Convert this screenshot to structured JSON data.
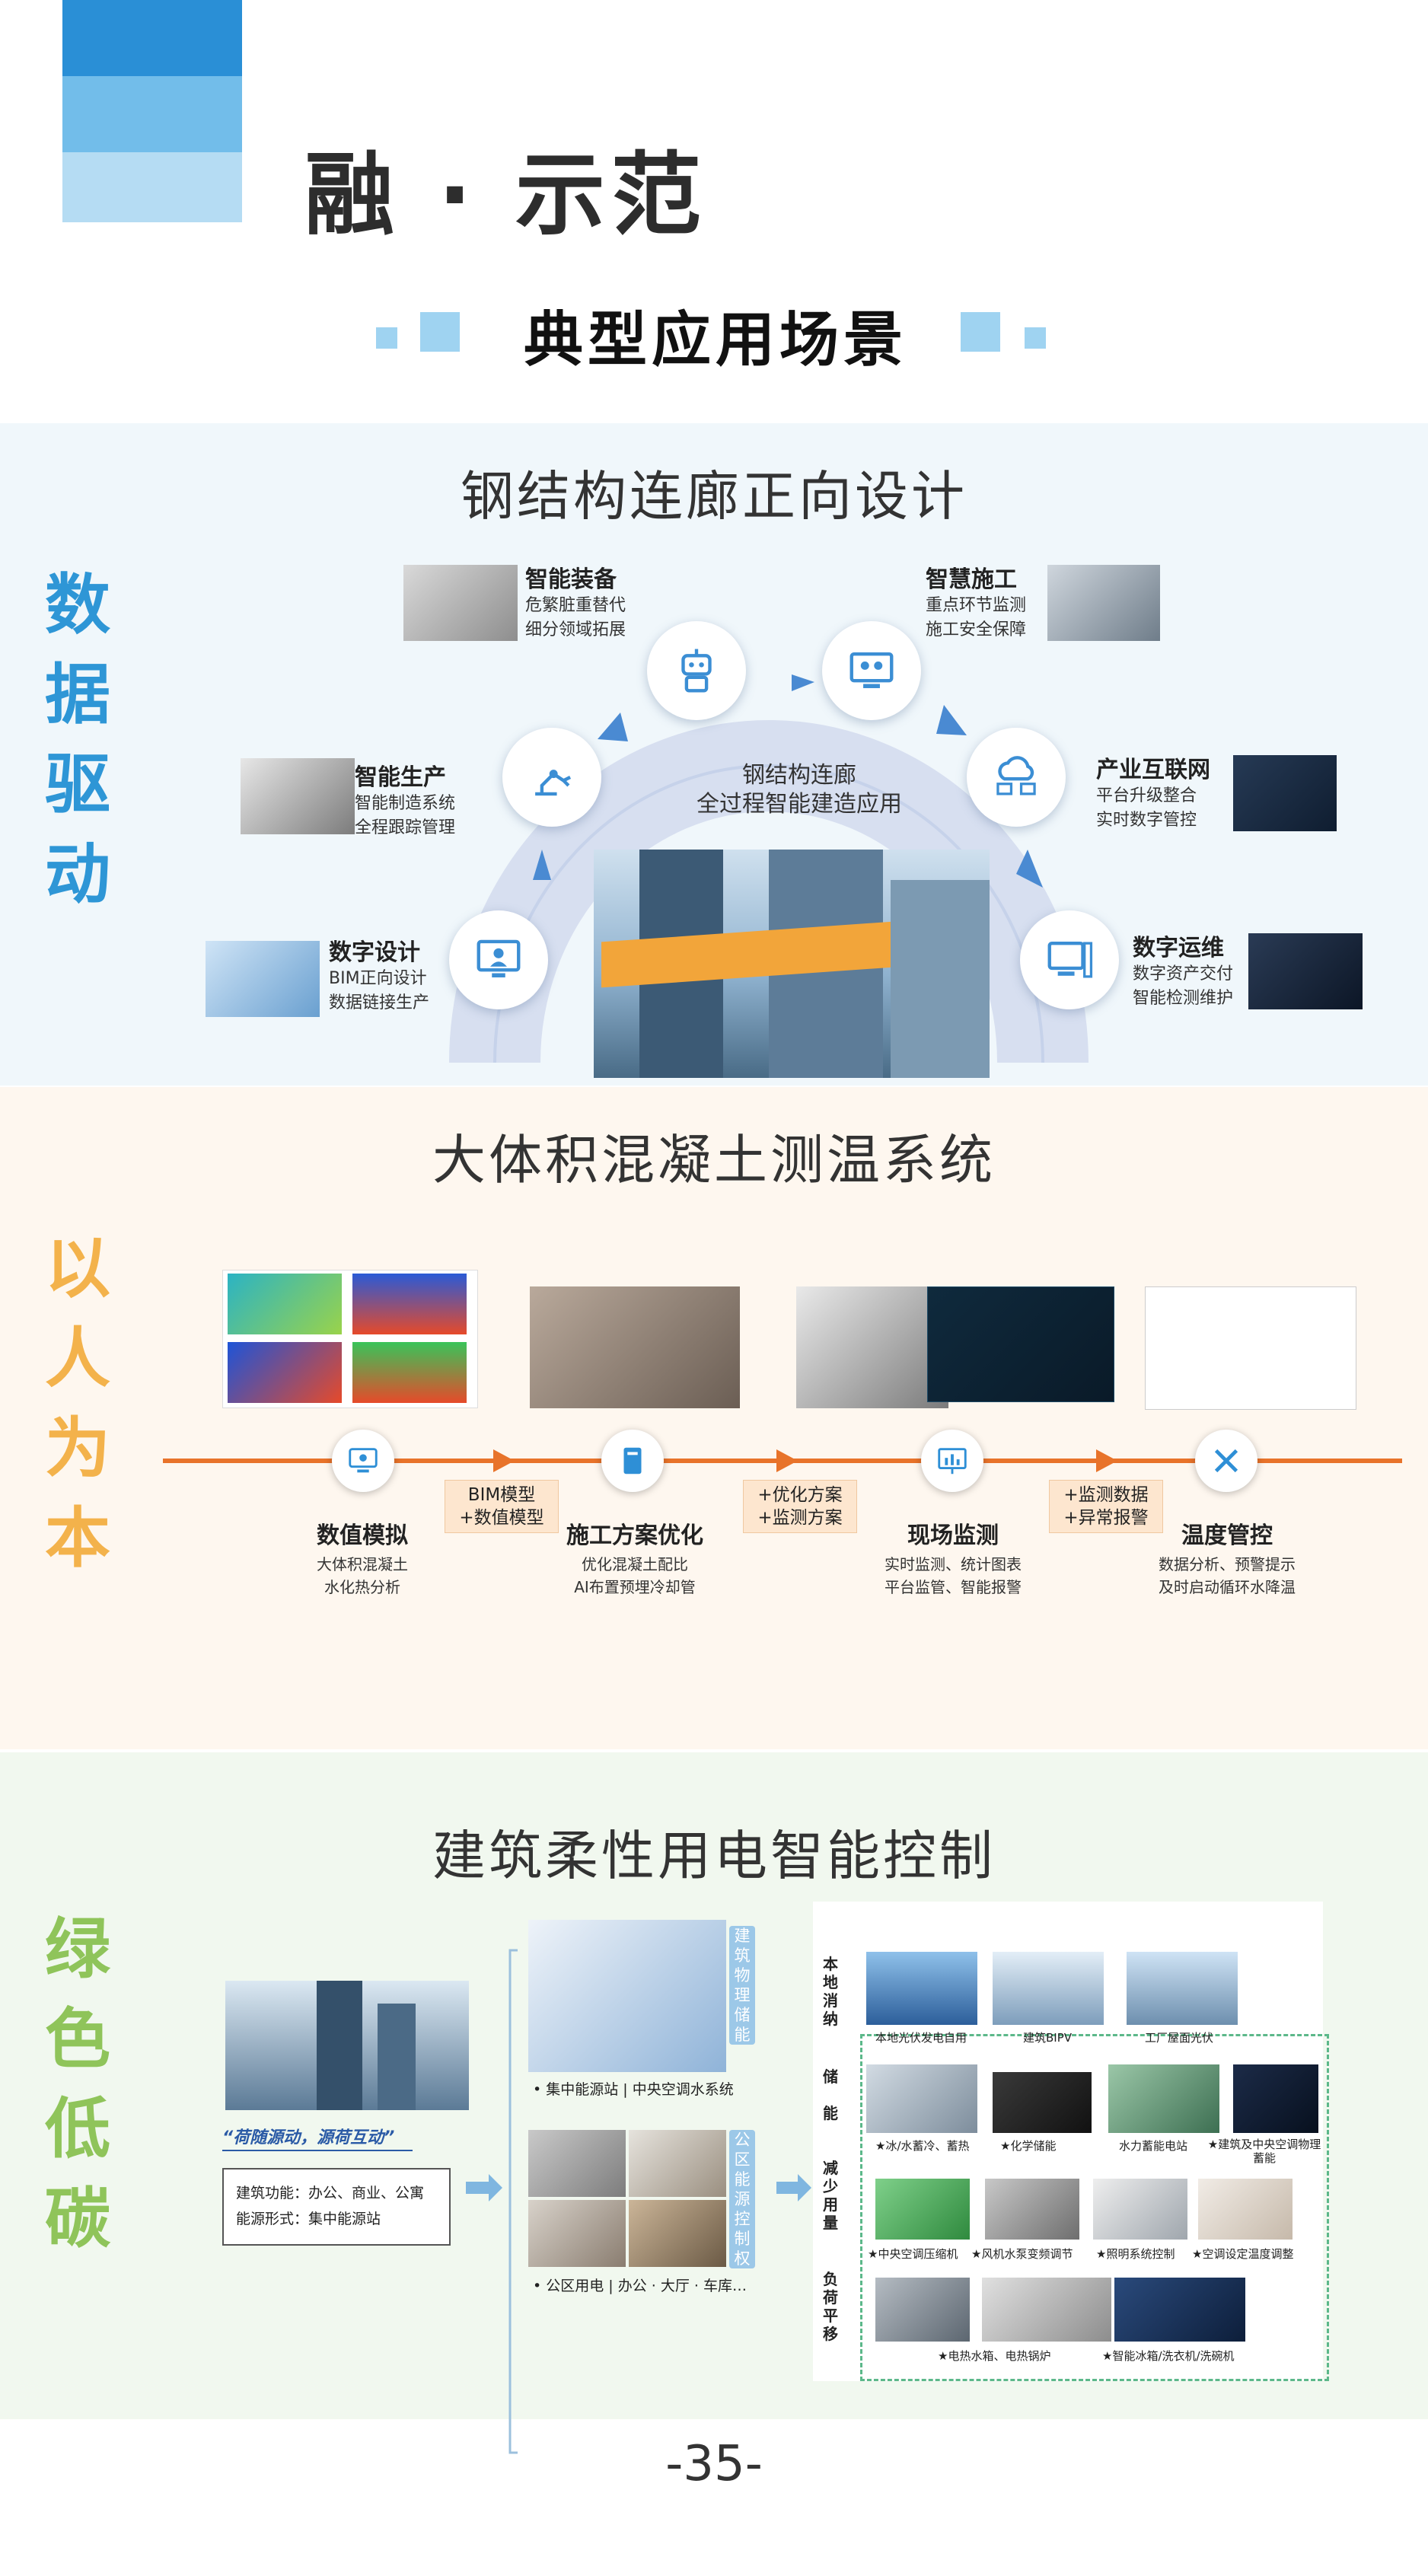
{
  "header": {
    "title": "融 · 示范",
    "subtitle": "典型应用场景",
    "colors": {
      "block1": "#2a8fd6",
      "block2": "#72bdea",
      "block3": "#b5dcf3"
    }
  },
  "section1": {
    "side_label": [
      "数",
      "据",
      "驱",
      "动"
    ],
    "title": "钢结构连廊正向设计",
    "center_caption": [
      "钢结构连廊",
      "全过程智能建造应用"
    ],
    "nodes": [
      {
        "title": "数字设计",
        "lines": [
          "BIM正向设计",
          "数据链接生产"
        ],
        "icon": "monitor-person-icon"
      },
      {
        "title": "智能生产",
        "lines": [
          "智能制造系统",
          "全程跟踪管理"
        ],
        "icon": "robot-arm-icon"
      },
      {
        "title": "智能装备",
        "lines": [
          "危繁脏重替代",
          "细分领域拓展"
        ],
        "icon": "robot-icon"
      },
      {
        "title": "智慧施工",
        "lines": [
          "重点环节监测",
          "施工安全保障"
        ],
        "icon": "screen-people-icon"
      },
      {
        "title": "产业互联网",
        "lines": [
          "平台升级整合",
          "实时数字管控"
        ],
        "icon": "cloud-network-icon"
      },
      {
        "title": "数字运维",
        "lines": [
          "数字资产交付",
          "智能检测维护"
        ],
        "icon": "computer-icon"
      }
    ]
  },
  "section2": {
    "side_label": [
      "以",
      "人",
      "为",
      "本"
    ],
    "title": "大体积混凝土测温系统",
    "steps": [
      {
        "title": "数值模拟",
        "lines": [
          "大体积混凝土",
          "水化热分析"
        ],
        "icon": "monitor-icon"
      },
      {
        "title": "施工方案优化",
        "lines": [
          "优化混凝土配比",
          "AI布置预埋冷却管"
        ],
        "icon": "document-icon"
      },
      {
        "title": "现场监测",
        "lines": [
          "实时监测、统计图表",
          "平台监管、智能报警"
        ],
        "icon": "chart-board-icon"
      },
      {
        "title": "温度管控",
        "lines": [
          "数据分析、预警提示",
          "及时启动循环水降温"
        ],
        "icon": "tools-icon"
      }
    ],
    "tags": [
      [
        "BIM模型",
        "+数值模型"
      ],
      [
        "+优化方案",
        "+监测方案"
      ],
      [
        "+监测数据",
        "+异常报警"
      ]
    ]
  },
  "section3": {
    "side_label": [
      "绿",
      "色",
      "低",
      "碳"
    ],
    "title": "建筑柔性用电智能控制",
    "slogan": "“荷随源动，源荷互动”",
    "info_lines": [
      "建筑功能：办公、商业、公寓",
      "能源形式：集中能源站"
    ],
    "box1_label": "建筑物理储能",
    "box1_caption": "• 集中能源站 | 中央空调水系统",
    "box2_label": "公区能源控制权",
    "box2_caption": "• 公区用电 | 办公 · 大厅 · 车库…",
    "rows": [
      {
        "label": "本地消纳",
        "items": [
          "本地光伏发电自用",
          "建筑BIPV",
          "工厂屋面光伏"
        ]
      },
      {
        "label": "储能",
        "items": [
          "★冰/水蓄冷、蓄热",
          "★化学储能",
          "水力蓄能电站",
          "★建筑及中央空调物理蓄能"
        ]
      },
      {
        "label": "减少用量",
        "items": [
          "★中央空调压缩机",
          "★风机水泵变频调节",
          "★照明系统控制",
          "★空调设定温度调整"
        ]
      },
      {
        "label": "负荷平移",
        "items": [
          "★电热水箱、电热锅炉",
          "★智能冰箱/洗衣机/洗碗机"
        ]
      }
    ]
  },
  "footer": {
    "page_number": "-35-"
  }
}
